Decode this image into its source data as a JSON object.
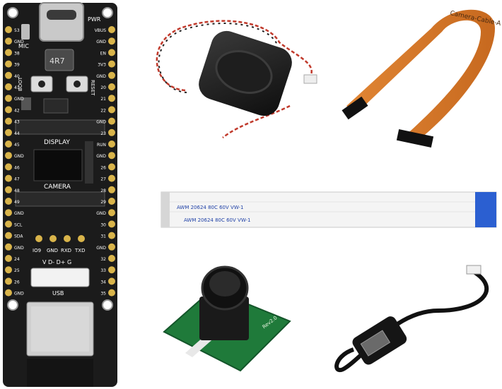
{
  "board": {
    "pins_left": [
      "53",
      "GND",
      "38",
      "39",
      "40",
      "41",
      "GND",
      "42",
      "43",
      "44",
      "45",
      "GND",
      "46",
      "47",
      "48",
      "49",
      "GND",
      "SCL",
      "SDA",
      "GND",
      "24",
      "25",
      "26",
      "GND"
    ],
    "pins_right": [
      "VBUS",
      "GND",
      "EN",
      "3V3",
      "GND",
      "20",
      "21",
      "22",
      "GND",
      "23",
      "RUN",
      "GND",
      "26",
      "27",
      "28",
      "29",
      "GND",
      "30",
      "31",
      "GND",
      "32",
      "33",
      "34",
      "35"
    ],
    "labels": {
      "pwr": "PWR",
      "mic": "MIC",
      "inductor": "4R7",
      "boot": "BOOT",
      "reset": "RESET",
      "display": "DISPLAY",
      "camera": "CAMERA",
      "io9": "IO9",
      "gnd": "GND",
      "rxd": "RXD",
      "txd": "TXD",
      "usb_pins": "V D- D+ G",
      "usb": "USB"
    }
  },
  "fpc_flat": {
    "line1": "AWM   20624   80C   60V   VW-1",
    "line2": "AWM   20624   80C   60V   VW-1"
  },
  "fpc_orange": {
    "label": "Camera-Cable-A"
  },
  "camera_module": {
    "label": "Rev2.0"
  },
  "colors": {
    "pcb": "#1b1b1b",
    "gold": "#d9b44a",
    "flex_orange": "#d9782c",
    "camera_pcb": "#1f7a3a",
    "flat_cable_blue": "#2b5fd1"
  }
}
